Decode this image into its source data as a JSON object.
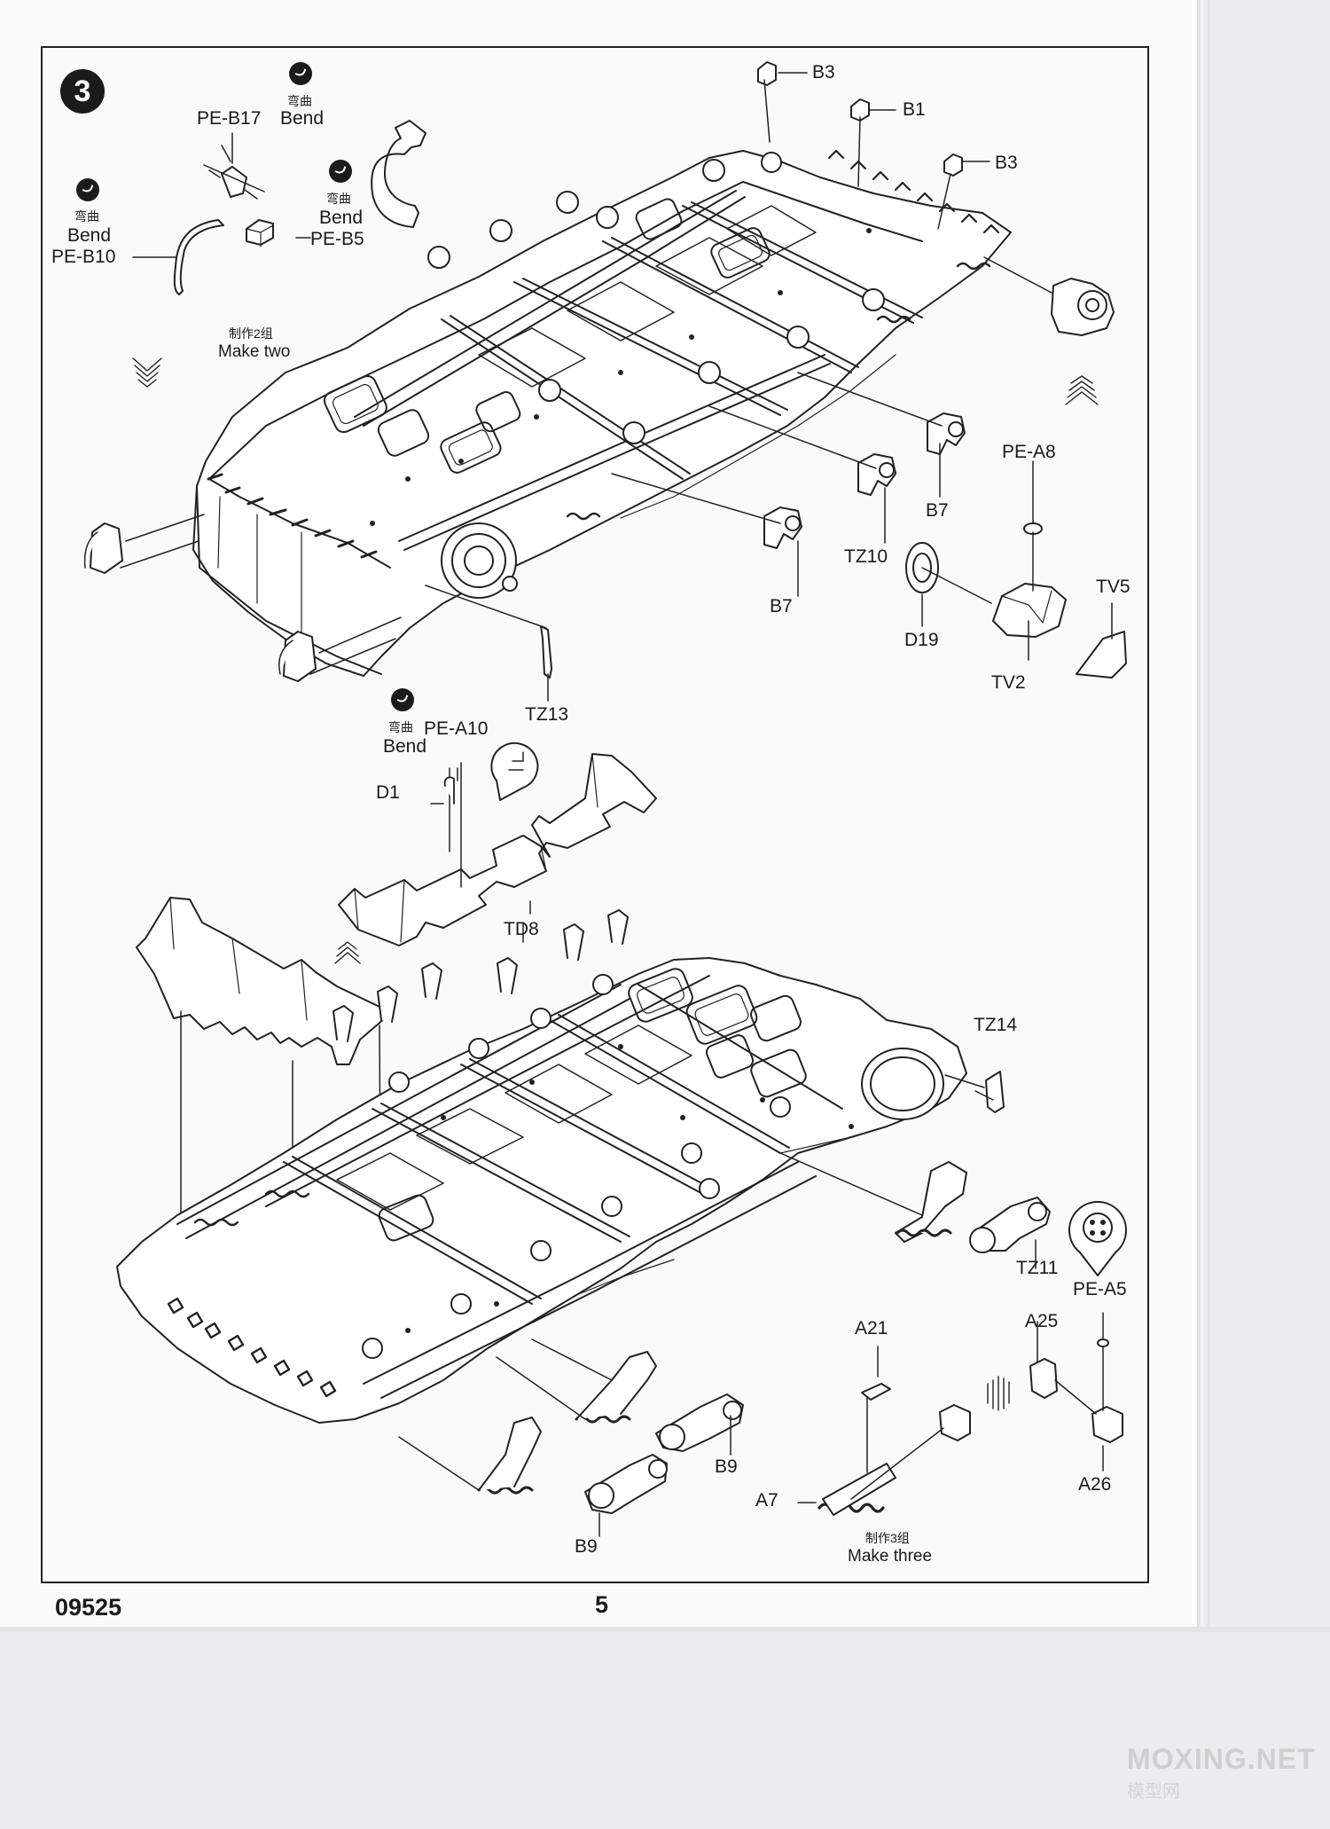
{
  "step": {
    "number": "3"
  },
  "bend": {
    "cn": "弯曲",
    "en": "Bend"
  },
  "make_two": {
    "cn": "制作2组",
    "en": "Make two"
  },
  "make_three": {
    "cn": "制作3组",
    "en": "Make three"
  },
  "parts": {
    "pe_b17": "PE-B17",
    "pe_b10": "PE-B10",
    "pe_b5": "PE-B5",
    "b3_a": "B3",
    "b1": "B1",
    "b3_b": "B3",
    "pe_a8": "PE-A8",
    "b7_a": "B7",
    "tz10": "TZ10",
    "b7_b": "B7",
    "d19": "D19",
    "tv5": "TV5",
    "tv2": "TV2",
    "tz13": "TZ13",
    "pe_a10": "PE-A10",
    "d1": "D1",
    "td8": "TD8",
    "tz14": "TZ14",
    "tz11": "TZ11",
    "pe_a5": "PE-A5",
    "a21": "A21",
    "a25": "A25",
    "b9_a": "B9",
    "b9_b": "B9",
    "a7": "A7",
    "a26": "A26"
  },
  "footer": {
    "code": "09525",
    "page": "5"
  },
  "watermark": {
    "brand": "MOXING.NET",
    "cn": "模型网"
  }
}
